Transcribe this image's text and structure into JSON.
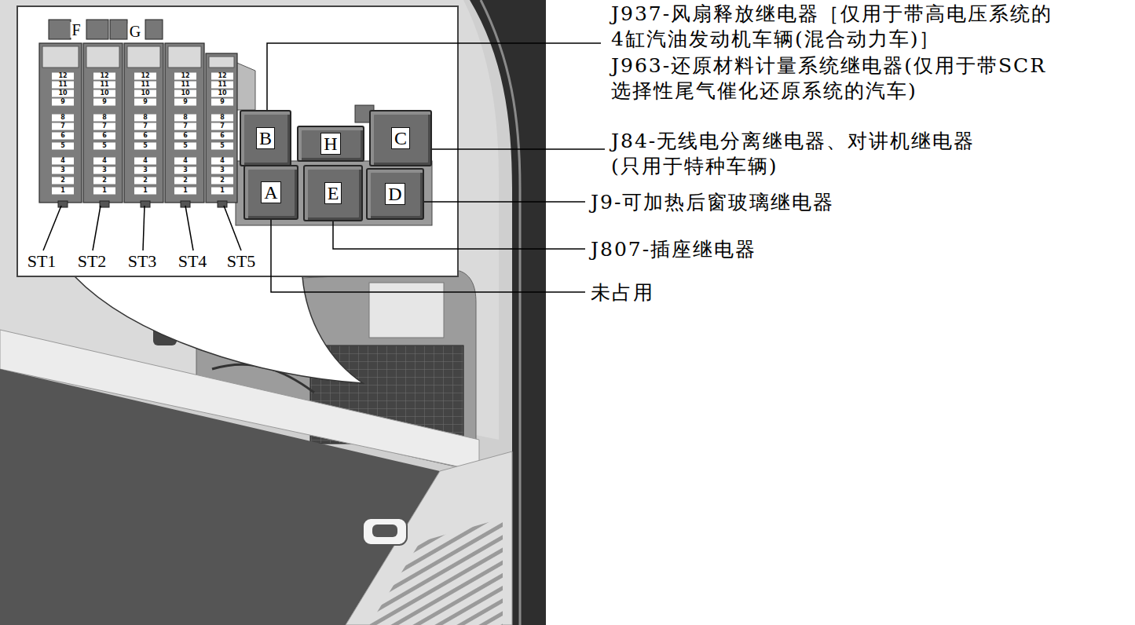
{
  "diagram": {
    "nodes": [
      {
        "text": [
          "B"
        ]
      },
      {
        "text": [
          "H"
        ]
      },
      {
        "text": [
          "C"
        ]
      },
      {
        "text": [
          "A"
        ]
      },
      {
        "text": [
          "E"
        ]
      },
      {
        "text": [
          "D"
        ]
      }
    ],
    "labels": [
      "F",
      "G",
      "12",
      "11",
      "10",
      "9",
      "8",
      "7",
      "6",
      "5",
      "4",
      "3",
      "2",
      "1",
      "12",
      "11",
      "10",
      "9",
      "8",
      "7",
      "6",
      "5",
      "4",
      "3",
      "2",
      "1",
      "12",
      "11",
      "10",
      "9",
      "8",
      "7",
      "6",
      "5",
      "4",
      "3",
      "2",
      "1",
      "12",
      "11",
      "10",
      "9",
      "8",
      "7",
      "6",
      "5",
      "4",
      "3",
      "2",
      "1",
      "12",
      "11",
      "10",
      "9",
      "8",
      "7",
      "6",
      "5",
      "4",
      "3",
      "2",
      "1",
      "ST1",
      "ST2",
      "ST3",
      "ST4",
      "ST5",
      "J937-风扇释放继电器［仅用于带高电压系统的 4缸汽油发动机车辆(混合动力车)］",
      "J963-还原材料计量系统继电器(仅用于带SCR 选择性尾气催化还原系统的汽车)",
      "J84-无线电分离继电器、对讲机继电器 (只用于特种车辆)",
      "J9-可加热后窗玻璃继电器",
      "J807-插座继电器",
      "未占用"
    ]
  }
}
